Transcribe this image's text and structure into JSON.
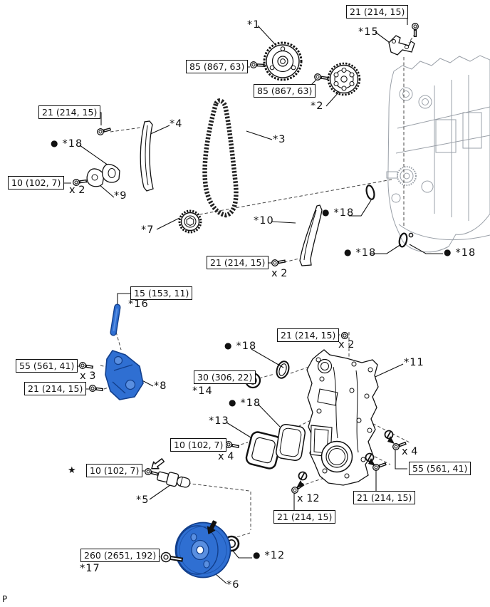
{
  "torque": {
    "nm21": "21 (214, 15)",
    "nm85": "85 (867, 63)",
    "nm10": "10 (102, 7)",
    "nm55": "55 (561, 41)",
    "nm15": "15 (153, 11)",
    "nm30": "30 (306, 22)",
    "nm260": "260 (2651, 192)"
  },
  "parts": {
    "p1": "*1",
    "p2": "*2",
    "p3": "*3",
    "p4": "*4",
    "p5": "*5",
    "p6": "*6",
    "p7": "*7",
    "p8": "*8",
    "p9": "*9",
    "p10": "*10",
    "p11": "*11",
    "p12": "*12",
    "p13": "*13",
    "p14": "*14",
    "p15": "*15",
    "p16": "*16",
    "p17": "*17",
    "p18": "*18"
  },
  "multipliers": {
    "x2": "x 2",
    "x3": "x 3",
    "x4": "x 4",
    "x12": "x 12"
  },
  "marks": {
    "bullet": "●",
    "star": "★",
    "corner": "P"
  },
  "colors": {
    "highlight_blue": "#2f6fd2",
    "highlight_blue_dark": "#123f8c",
    "engine_gray": "#9aa0a8",
    "line": "#111111"
  }
}
